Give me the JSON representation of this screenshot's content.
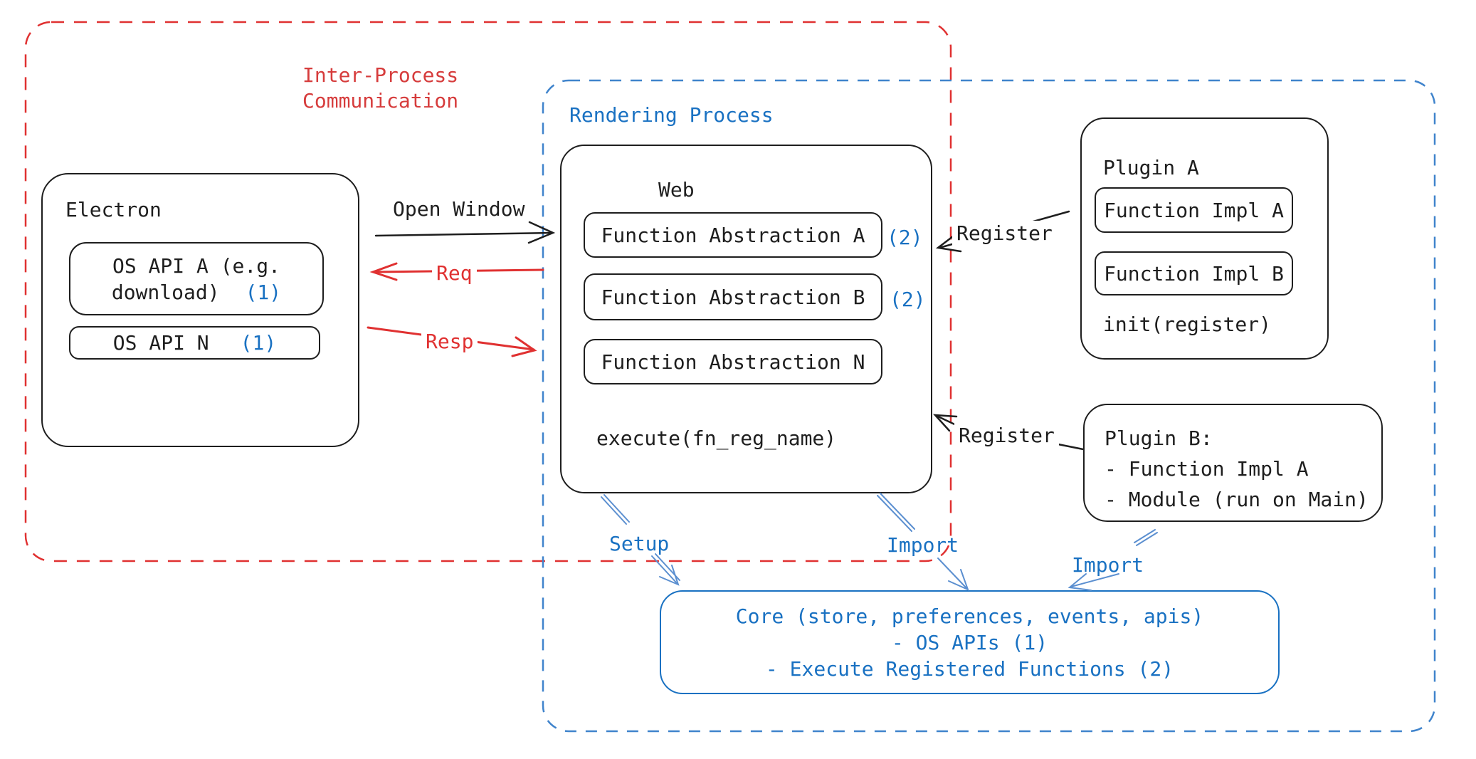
{
  "colors": {
    "stroke": "#1e1e1e",
    "red": "#e03131",
    "title_red": "#d63c3c",
    "blue": "#1971c2",
    "dashed_blue": "#4084cc",
    "arrow_blue": "#5b8fd0",
    "background": "#ffffff"
  },
  "groups": {
    "ipc": {
      "label": "Inter-Process\nCommunication"
    },
    "rendering": {
      "label": "Rendering Process"
    }
  },
  "electron": {
    "title": "Electron",
    "api_a_line1": "OS API A (e.g.",
    "api_a_line2": "download)",
    "api_a_badge": "(1)",
    "api_n_label": "OS API N",
    "api_n_badge": "(1)"
  },
  "web": {
    "title": "Web",
    "items": [
      {
        "label": "Function Abstraction A",
        "badge": "(2)"
      },
      {
        "label": "Function Abstraction B",
        "badge": "(2)"
      },
      {
        "label": "Function Abstraction N",
        "badge": ""
      }
    ],
    "method": "execute(fn_reg_name)"
  },
  "plugin_a": {
    "title": "Plugin A",
    "impl_a": "Function Impl A",
    "impl_b": "Function Impl B",
    "method": "init(register)"
  },
  "plugin_b": {
    "title": "Plugin B:",
    "item_1": "- Function Impl A",
    "item_2": "- Module (run on Main)"
  },
  "core": {
    "line_1": "Core (store, preferences, events, apis)",
    "line_2": "- OS APIs (1)",
    "line_3": "- Execute Registered Functions (2)"
  },
  "arrows": {
    "open_window": "Open Window",
    "req": "Req",
    "resp": "Resp",
    "register_plugin_a": "Register",
    "register_plugin_b": "Register",
    "setup": "Setup",
    "import_web": "Import",
    "import_plugin_b": "Import"
  }
}
